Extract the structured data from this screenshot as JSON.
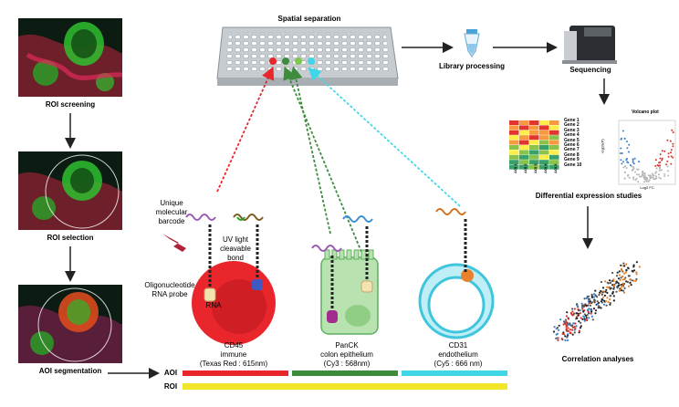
{
  "workflow": {
    "roi_screening": "ROI screening",
    "roi_selection": "ROI selection",
    "aoi_segmentation": "AOI segmentation",
    "spatial_separation": "Spatial separation",
    "library_processing": "Library processing",
    "sequencing": "Sequencing",
    "differential_expression": "Differential expression studies",
    "correlation_analyses": "Correlation analyses"
  },
  "probe_labels": {
    "barcode_line1": "Unique",
    "barcode_line2": "molecular",
    "barcode_line3": "barcode",
    "uv_line1": "UV light",
    "uv_line2": "cleavable",
    "uv_line3": "bond",
    "oligo_line1": "Oligonucleotide",
    "oligo_line2": "RNA probe",
    "rna": "RNA"
  },
  "cells": [
    {
      "line1": "CD45",
      "line2": "immune",
      "line3": "(Texas Red : 615nm)",
      "color": "#e8262c"
    },
    {
      "line1": "PanCK",
      "line2": "colon epithelium",
      "line3": "(Cy3 : 568nm)",
      "color": "#3c8c3c"
    },
    {
      "line1": "CD31",
      "line2": "endothelium",
      "line3": "(Cy5 : 666 nm)",
      "color": "#3fd7e8"
    }
  ],
  "bars": {
    "aoi_label": "AOI",
    "roi_label": "ROI",
    "aoi_colors": [
      "#e8262c",
      "#3c8c3c",
      "#3fd7e8"
    ],
    "roi_color": "#f2e62a"
  },
  "heatmap": {
    "genes": [
      "Gene 1",
      "Gene 2",
      "Gene 3",
      "Gene 4",
      "Gene 5",
      "Gene 6",
      "Gene 7",
      "Gene 8",
      "Gene 9",
      "Gene 10"
    ],
    "columns": [
      "AOI 1",
      "AOI 2",
      "AOI 3",
      "AOI 4",
      "AOI 5"
    ]
  },
  "volcano": {
    "title": "Volcano plot",
    "xlabel": "Log2 FC",
    "ylabel": "-log10(P)"
  }
}
